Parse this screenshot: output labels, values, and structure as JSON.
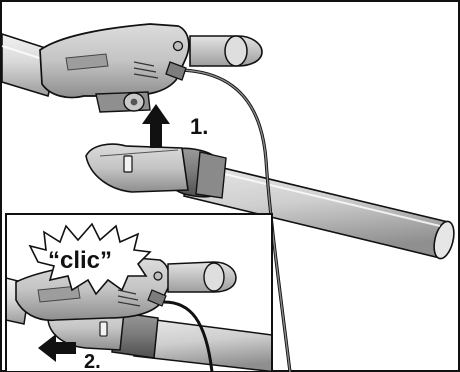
{
  "figure": {
    "steps": {
      "step1": "1.",
      "step2": "2."
    },
    "sound": "“clic”",
    "colors": {
      "outline": "#111111",
      "light_gray": "#d4d4d4",
      "mid_gray": "#a9a9a9",
      "dark_gray": "#6e6e6e",
      "background": "#ffffff"
    }
  }
}
